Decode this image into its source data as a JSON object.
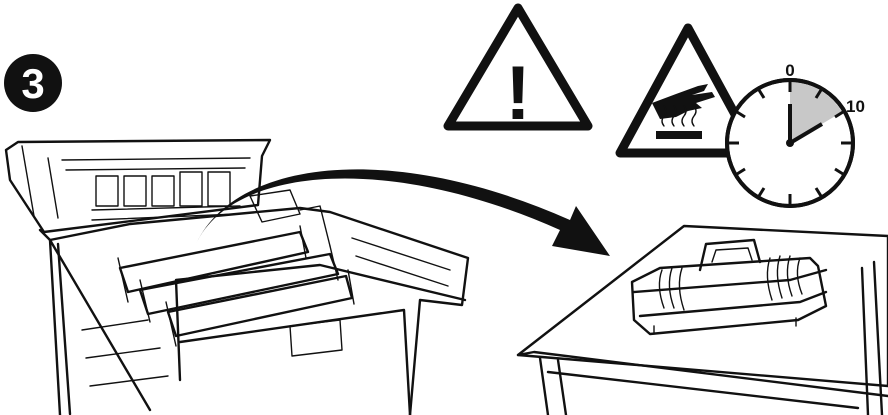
{
  "step": {
    "number": "3"
  },
  "warning": {
    "symbol": "!"
  },
  "timer": {
    "start_label": "0",
    "end_label": "10"
  },
  "colors": {
    "ink": "#111111",
    "background": "#ffffff",
    "timer_shade": "#c8c8c8"
  },
  "icons": [
    "step-badge-icon",
    "general-warning-icon",
    "hot-surface-warning-icon",
    "clock-icon",
    "curved-arrow-icon",
    "printer-illustration",
    "drum-cartridge-illustration",
    "table-illustration"
  ]
}
